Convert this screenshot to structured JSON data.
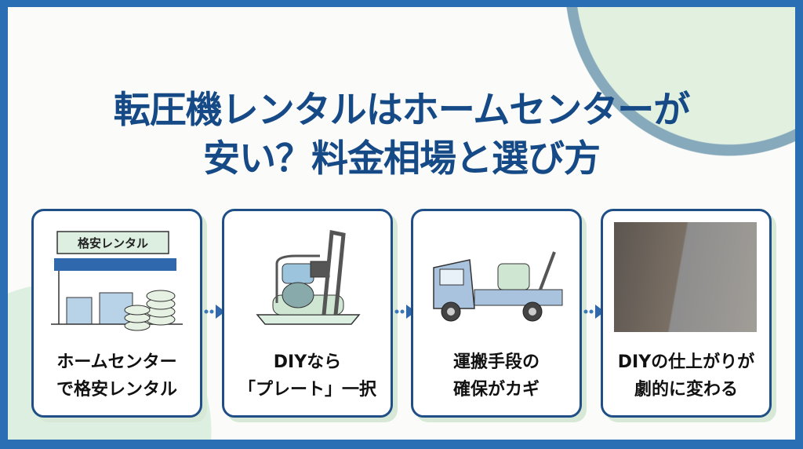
{
  "title": {
    "line1": "転圧機レンタルはホームセンターが",
    "line2": "安い？料金相場と選び方"
  },
  "cards": [
    {
      "sign": "格安レンタル",
      "line1": "ホームセンター",
      "line2": "で格安レンタル",
      "icon": "store-coins-icon"
    },
    {
      "line1": "DIYなら",
      "line2": "「プレート」一択",
      "icon": "plate-compactor-icon"
    },
    {
      "line1": "運搬手段の",
      "line2": "確保がカギ",
      "icon": "truck-icon"
    },
    {
      "line1": "DIYの仕上がりが",
      "line2": "劇的に変わる",
      "icon": "paved-yard-photo"
    }
  ],
  "colors": {
    "primary": "#164a86",
    "accent": "#2a6fb3",
    "green": "#dcefe0"
  }
}
